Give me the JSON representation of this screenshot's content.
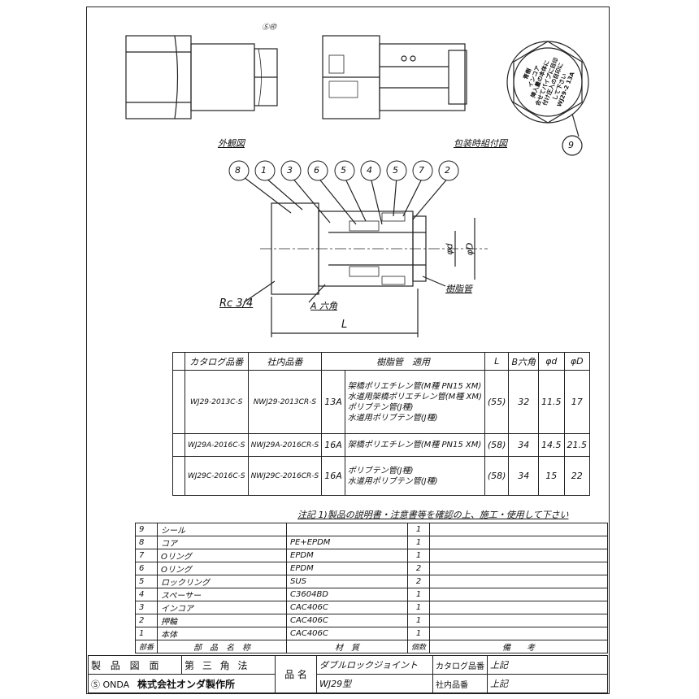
{
  "labels": {
    "exterior_view": "外観図",
    "package_view": "包装時組付図",
    "rc": "Rc 3/4",
    "hex": "A 六角",
    "length": "L",
    "phi_d_small": "φd",
    "phi_d_large": "φD",
    "resin_pipe": "樹脂管",
    "seal_mark": "Ⓢ㊞",
    "callouts": [
      "8",
      "1",
      "3",
      "6",
      "5",
      "4",
      "5",
      "7",
      "2"
    ],
    "seal_callout": "9",
    "seal_sticker": [
      "青樹",
      "インコア",
      "挿入量の本体に",
      "合せてパイプに目印",
      "付け圧入の目印に",
      "して下さい",
      "WJ29-2 13A"
    ]
  },
  "spec_table": {
    "headers": [
      "カタログ品番",
      "社内品番",
      "樹脂管　適用",
      "L",
      "B六角",
      "φd",
      "φD"
    ],
    "rows": [
      {
        "catalog": "WJ29-2013C-S",
        "internal": "NWJ29-2013CR-S",
        "size": "13A",
        "pipes": [
          "架橋ポリエチレン管(M種 PN15 XM)",
          "水道用架橋ポリエチレン管(M種 XM)",
          "ポリブテン管(J種)",
          "水道用ポリブテン管(J種)"
        ],
        "L": "(55)",
        "B": "32",
        "d": "11.5",
        "D": "17"
      },
      {
        "catalog": "WJ29A-2016C-S",
        "internal": "NWJ29A-2016CR-S",
        "size": "16A",
        "pipes": [
          "架橋ポリエチレン管(M種 PN15 XM)"
        ],
        "L": "(58)",
        "B": "34",
        "d": "14.5",
        "D": "21.5"
      },
      {
        "catalog": "WJ29C-2016C-S",
        "internal": "NWJ29C-2016CR-S",
        "size": "16A",
        "pipes": [
          "ポリブテン管(J種)",
          "水道用ポリブテン管(J種)"
        ],
        "L": "(58)",
        "B": "34",
        "d": "15",
        "D": "22"
      }
    ]
  },
  "note": "注記 1)製品の説明書・注意書等を確認の上、施工・使用して下さい",
  "parts": [
    {
      "no": "9",
      "name": "シール",
      "material": "",
      "qty": "1"
    },
    {
      "no": "8",
      "name": "コア",
      "material": "PE+EPDM",
      "qty": "1"
    },
    {
      "no": "7",
      "name": "Oリング",
      "material": "EPDM",
      "qty": "1"
    },
    {
      "no": "6",
      "name": "Oリング",
      "material": "EPDM",
      "qty": "2"
    },
    {
      "no": "5",
      "name": "ロックリング",
      "material": "SUS",
      "qty": "2"
    },
    {
      "no": "4",
      "name": "スペーサー",
      "material": "C3604BD",
      "qty": "1"
    },
    {
      "no": "3",
      "name": "インコア",
      "material": "CAC406C",
      "qty": "1"
    },
    {
      "no": "2",
      "name": "押輪",
      "material": "CAC406C",
      "qty": "1"
    },
    {
      "no": "1",
      "name": "本体",
      "material": "CAC406C",
      "qty": "1"
    }
  ],
  "parts_header": {
    "no": "部番",
    "name": "部　品　名　称",
    "material": "材　質",
    "qty": "個数",
    "remarks": "備　　考"
  },
  "title_block": {
    "drawing_label": "製 品 図 面",
    "projection": "第 三 角 法",
    "company_logo": "Ⓢ ONDA",
    "company": "株式会社オンダ製作所",
    "product_label": "品 名",
    "product_name": "ダブルロックジョイント",
    "model": "WJ29型",
    "catalog_label": "カタログ品番",
    "catalog_value": "上記",
    "internal_label": "社内品番",
    "internal_value": "上記"
  }
}
